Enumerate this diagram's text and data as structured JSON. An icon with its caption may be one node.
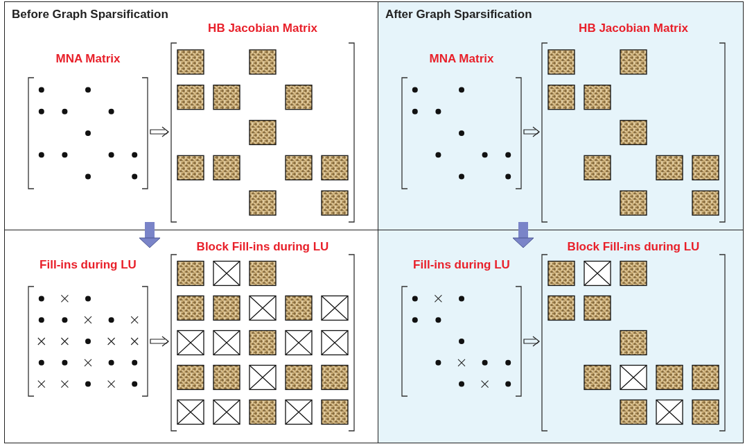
{
  "diagram": {
    "nodes": [
      {
        "text": [
          "Before Graph Sparsification"
        ]
      },
      {
        "text": [
          "MNA Matrix"
        ],
        "in": 0
      },
      {
        "text": [
          "HB Jacobian Matrix"
        ],
        "in": 0
      },
      {
        "text": [
          "After Graph Sparsification"
        ]
      },
      {
        "text": [
          "MNA Matrix"
        ],
        "in": 3
      },
      {
        "text": [
          "HB Jacobian Matrix"
        ],
        "in": 3
      },
      {
        "text": [],
        "shape": "box"
      },
      {
        "text": [
          "Fill-ins during LU"
        ],
        "in": 6
      },
      {
        "text": [
          "Block Fill-ins during LU"
        ],
        "in": 6
      },
      {
        "text": [],
        "shape": "box"
      },
      {
        "text": [
          "Fill-ins during LU"
        ],
        "in": 9
      },
      {
        "text": [
          "Block Fill-ins during LU"
        ],
        "in": 9
      }
    ],
    "edges": [
      {
        "from": 1,
        "to": 2,
        "arrow": "to"
      },
      {
        "from": 4,
        "to": 5,
        "arrow": "to"
      },
      {
        "from": 7,
        "to": 8,
        "arrow": "to"
      },
      {
        "from": 10,
        "to": 11,
        "arrow": "to"
      },
      {
        "from": 0,
        "to": 6,
        "arrow": "to",
        "style": "thick",
        "color": "#7a84c8"
      },
      {
        "from": 3,
        "to": 9,
        "arrow": "to",
        "style": "thick",
        "color": "#7a84c8"
      }
    ]
  }
}
